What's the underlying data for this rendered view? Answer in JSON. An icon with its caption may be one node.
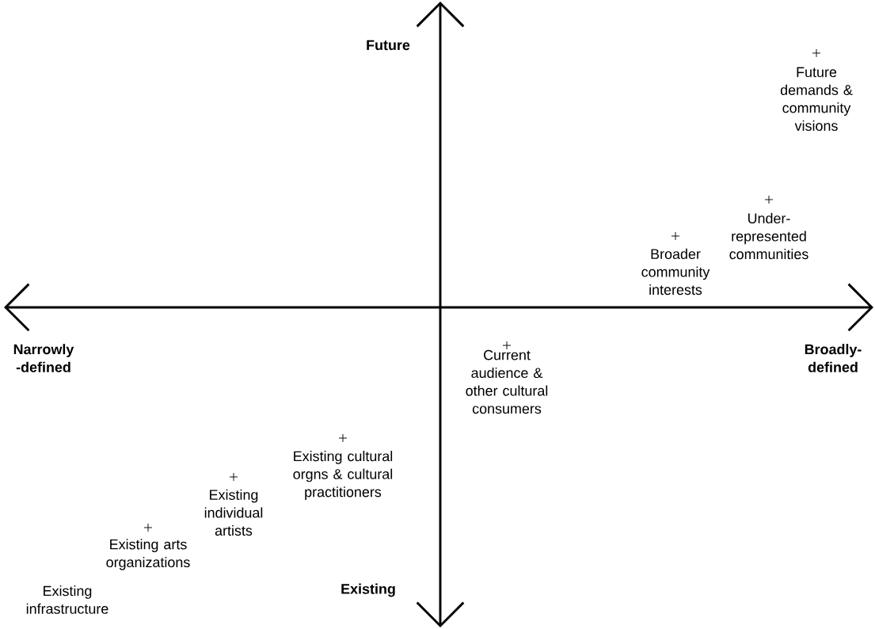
{
  "diagram": {
    "labels": [
      "Future",
      "Future demands & community visions",
      "Under- represented communities",
      "Broader community interests",
      "Narrowly -defined",
      "Broadly- defined",
      "Current audience & other cultural consumers",
      "Existing cultural orgns & cultural practitioners",
      "Existing individual artists",
      "Existing arts organizations",
      "Existing",
      "Existing infrastructure"
    ]
  }
}
